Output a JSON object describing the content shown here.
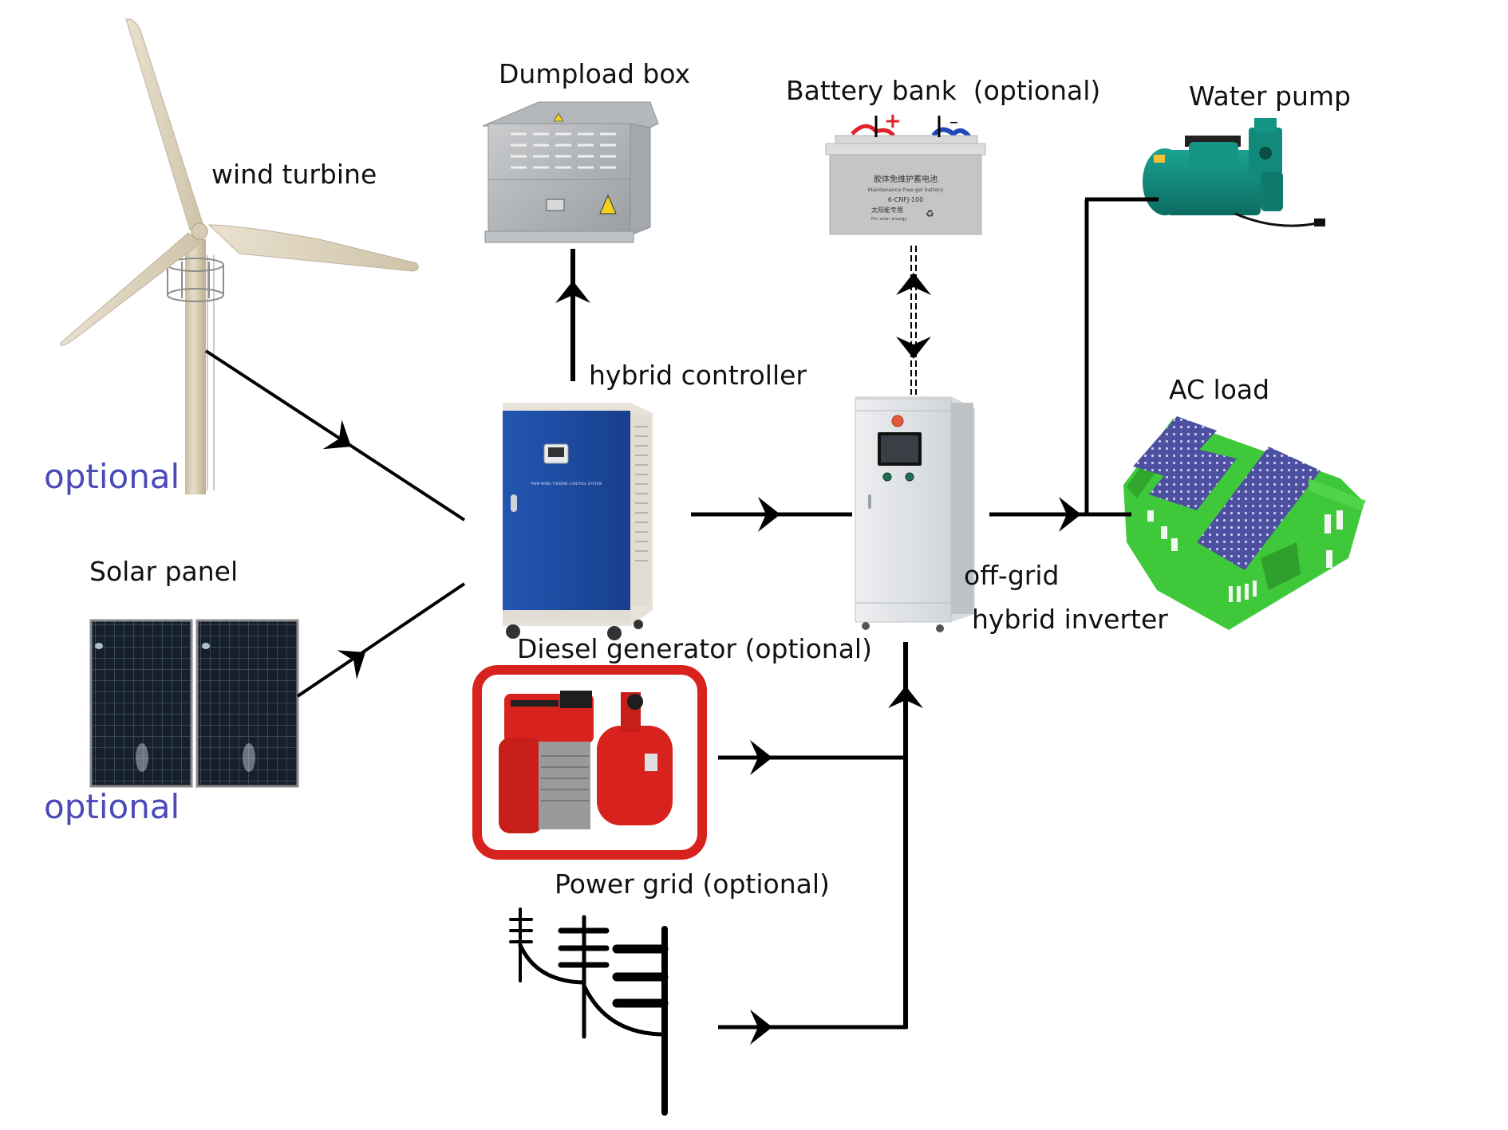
{
  "diagram": {
    "title": "Wind-solar hybrid off-grid power system",
    "colors": {
      "line": "#000000",
      "optional_text": "#4a4ab8",
      "label_text": "#111111",
      "controller_blue": "#1f4ea3",
      "cabinet_grey": "#e4e6e8",
      "generator_red": "#d8221d",
      "pump_teal": "#13897c",
      "house_green": "#3fc93a",
      "solar_dark": "#16212e",
      "turbine_beige": "#ddd2bc"
    },
    "components": {
      "wind_turbine": {
        "label": "wind turbine",
        "tag": "optional"
      },
      "solar_panel": {
        "label": "Solar panel",
        "tag": "optional"
      },
      "dumpload_box": {
        "label": "Dumpload box"
      },
      "hybrid_controller": {
        "label": "hybrid controller",
        "panel_text": "PWM WIND TURBINE CONTROL SYSTEM"
      },
      "battery_bank": {
        "label": "Battery bank  (optional)",
        "plus": "+",
        "minus": "–",
        "text_cn": "胶体免维护蓄电池",
        "text_en": "Maintenance-free gel battery",
        "model": "6-CNFJ-100",
        "text_cn2": "太阳能专用",
        "text_en2": "For solar energy"
      },
      "inverter": {
        "label_line1": "off-grid",
        "label_line2": "hybrid inverter"
      },
      "water_pump": {
        "label": "Water pump"
      },
      "ac_load": {
        "label": "AC load"
      },
      "diesel_generator": {
        "label": "Diesel generator (optional)"
      },
      "power_grid": {
        "label": "Power grid (optional)"
      }
    },
    "connections": [
      {
        "from": "wind_turbine",
        "to": "hybrid_controller",
        "direction": "forward"
      },
      {
        "from": "solar_panel",
        "to": "hybrid_controller",
        "direction": "forward"
      },
      {
        "from": "hybrid_controller",
        "to": "dumpload_box",
        "direction": "forward"
      },
      {
        "from": "hybrid_controller",
        "to": "inverter",
        "direction": "forward"
      },
      {
        "from": "battery_bank",
        "to": "inverter",
        "direction": "bidirectional",
        "style": "dashed"
      },
      {
        "from": "inverter",
        "to": "ac_load",
        "direction": "forward"
      },
      {
        "from": "inverter",
        "to": "water_pump",
        "direction": "forward"
      },
      {
        "from": "diesel_generator",
        "to": "inverter",
        "direction": "forward"
      },
      {
        "from": "power_grid",
        "to": "inverter",
        "direction": "forward"
      }
    ]
  }
}
